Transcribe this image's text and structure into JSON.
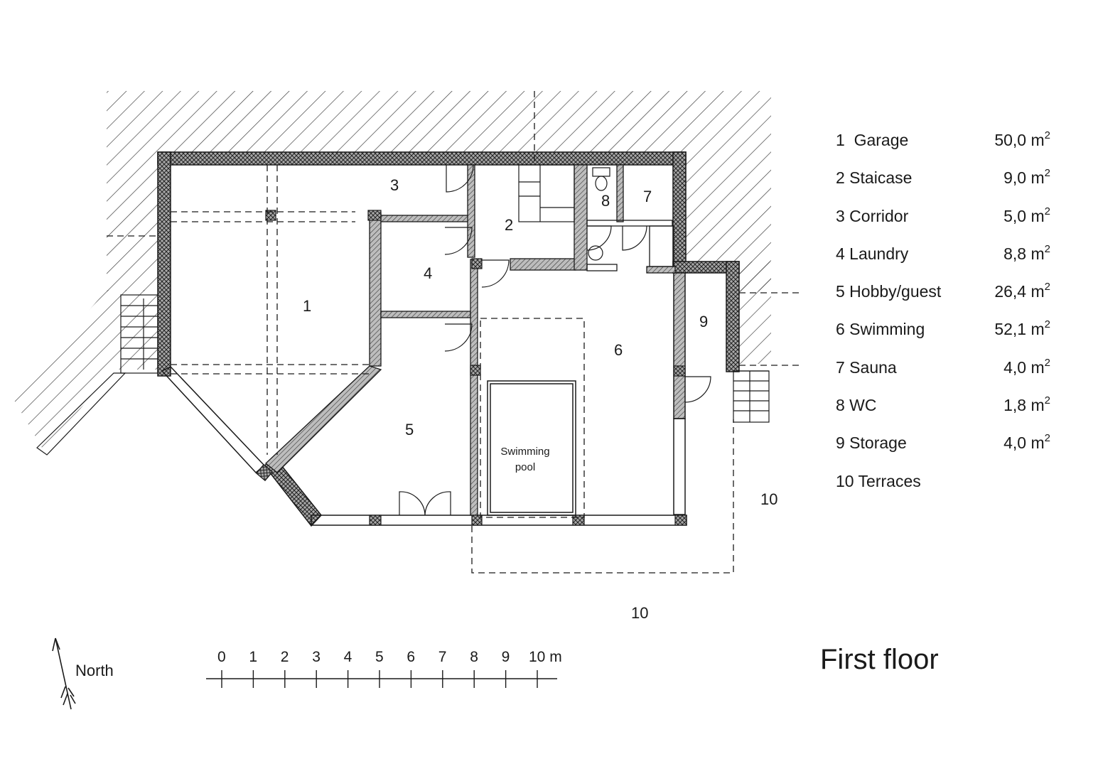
{
  "title": "First floor",
  "north_label": "North",
  "rooms": [
    {
      "number": "1",
      "name": "Garage",
      "area": "50,0 m",
      "unit_exp": "2"
    },
    {
      "number": "2",
      "name": "Staicase",
      "area": "9,0 m",
      "unit_exp": "2"
    },
    {
      "number": "3",
      "name": "Corridor",
      "area": "5,0 m",
      "unit_exp": "2"
    },
    {
      "number": "4",
      "name": "Laundry",
      "area": "8,8 m",
      "unit_exp": "2"
    },
    {
      "number": "5",
      "name": "Hobby/guest",
      "area": "26,4 m",
      "unit_exp": "2"
    },
    {
      "number": "6",
      "name": "Swimming",
      "area": "52,1 m",
      "unit_exp": "2"
    },
    {
      "number": "7",
      "name": "Sauna",
      "area": "4,0 m",
      "unit_exp": "2"
    },
    {
      "number": "8",
      "name": "WC",
      "area": "1,8 m",
      "unit_exp": "2"
    },
    {
      "number": "9",
      "name": "Storage",
      "area": "4,0 m",
      "unit_exp": "2"
    },
    {
      "number": "10",
      "name": "Terraces",
      "area": "",
      "unit_exp": ""
    }
  ],
  "plan_labels": {
    "r1": "1",
    "r2": "2",
    "r3": "3",
    "r4": "4",
    "r5": "5",
    "r6": "6",
    "r7": "7",
    "r8": "8",
    "r9": "9",
    "r10_east": "10",
    "r10_south": "10",
    "pool_line1": "Swimming",
    "pool_line2": "pool"
  },
  "scale": {
    "ticks": [
      "0",
      "1",
      "2",
      "3",
      "4",
      "5",
      "6",
      "7",
      "8",
      "9",
      "10 m"
    ]
  },
  "colors": {
    "ink": "#1a1a1a",
    "wall_fill": "#8a8a8a",
    "hatch": "#333333"
  }
}
